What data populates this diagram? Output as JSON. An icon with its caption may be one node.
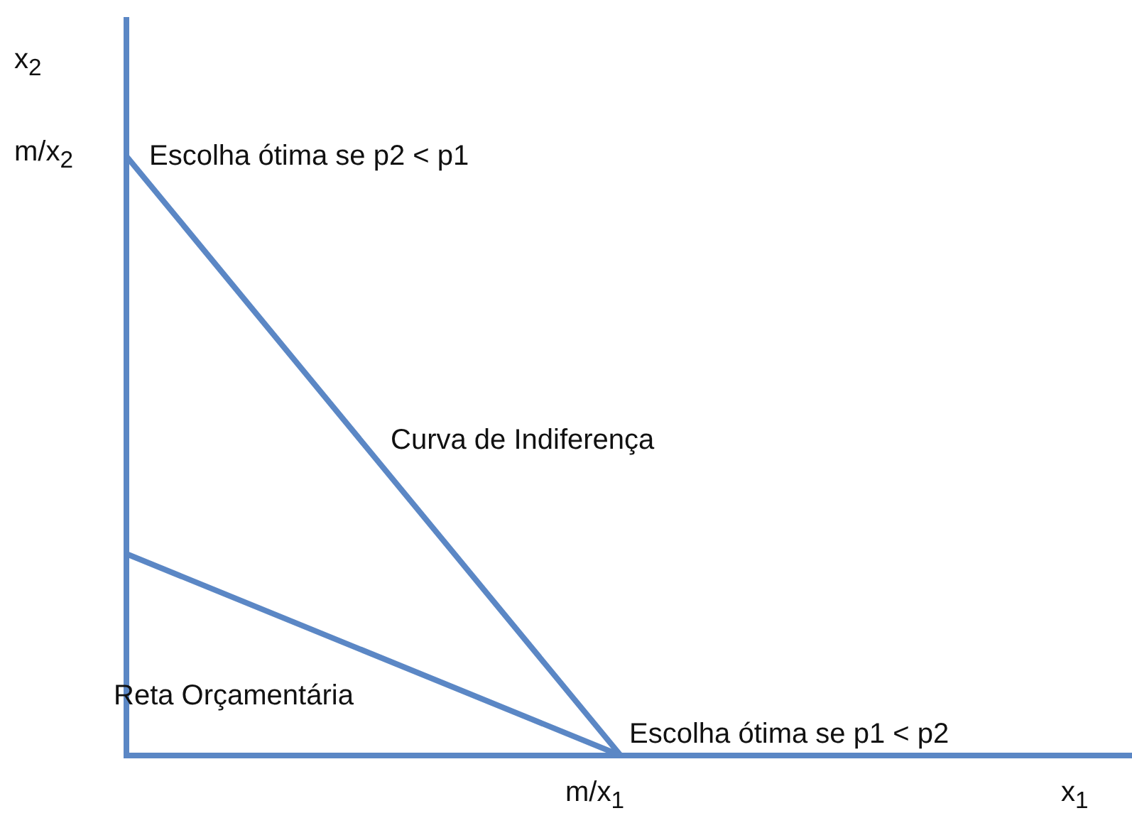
{
  "diagram": {
    "labels": [
      "x$_{2}$",
      "m/x$_{2}$",
      "Escolha ótima se p2 < p1",
      "Curva de Indiferença",
      "Reta Orçamentária",
      "Escolha ótima se p1 < p2",
      "m/x$_{1}$",
      "x$_{1}$"
    ]
  }
}
